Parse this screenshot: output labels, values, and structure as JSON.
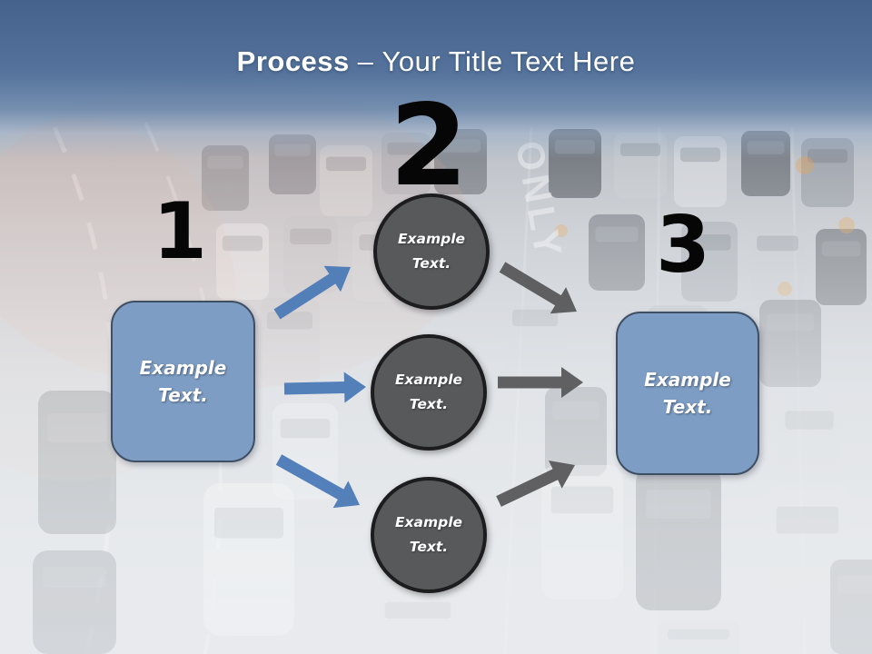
{
  "title": {
    "bold": "Process",
    "dash": "–",
    "regular": "Your Title Text Here"
  },
  "background": {
    "road_marking": "ONLY"
  },
  "steps": {
    "one": {
      "number": "1",
      "box": {
        "line1": "Example",
        "line2": "Text."
      }
    },
    "two": {
      "number": "2",
      "circles": [
        {
          "line1": "Example",
          "line2": "Text."
        },
        {
          "line1": "Example",
          "line2": "Text."
        },
        {
          "line1": "Example",
          "line2": "Text."
        }
      ]
    },
    "three": {
      "number": "3",
      "box": {
        "line1": "Example",
        "line2": "Text."
      }
    }
  },
  "colors": {
    "header_top": "#44628b",
    "header_mid": "#54729b",
    "title_color": "#ffffff",
    "number_color": "#060606",
    "box_fill": "#7d9dc4",
    "box_border": "#3e4e63",
    "circle_fill": "#58595b",
    "circle_border": "#1d1d1f",
    "arrow_blue": "#4b7ab6",
    "arrow_gray": "#58595b"
  }
}
